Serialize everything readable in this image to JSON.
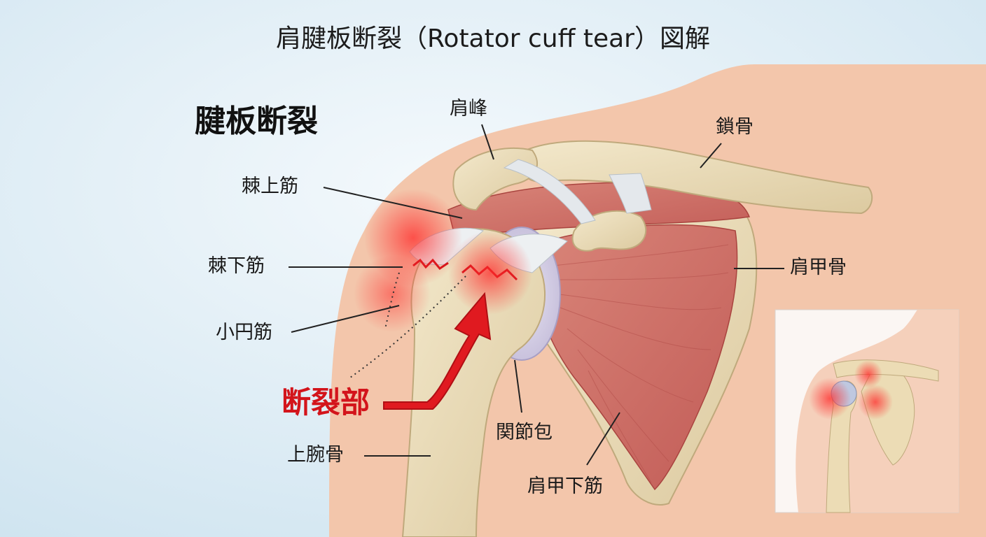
{
  "title": "肩腱板断裂（Rotator cuff tear）図解",
  "heading": "腱板断裂",
  "labels": {
    "acromion": "肩峰",
    "clavicle": "鎖骨",
    "supraspinatus": "棘上筋",
    "infraspinatus": "棘下筋",
    "teres_minor": "小円筋",
    "tear_site": "断裂部",
    "humerus": "上腕骨",
    "joint_capsule": "関節包",
    "scapula": "肩甲骨",
    "subscapularis": "肩甲下筋"
  },
  "colors": {
    "background": "#e4f1f8",
    "skin": "#f2c4a8",
    "bone": "#ede0bf",
    "muscle": "#d2716b",
    "tendon": "#e9ecef",
    "tear": "#d3141b"
  }
}
